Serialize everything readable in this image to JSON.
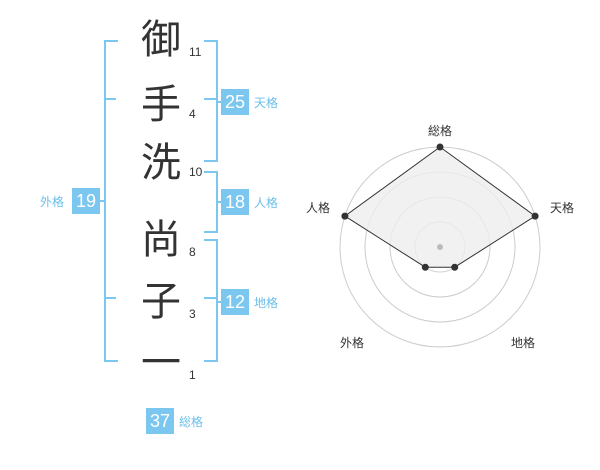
{
  "name_chars": [
    {
      "char": "御",
      "strokes": "11"
    },
    {
      "char": "手",
      "strokes": "4"
    },
    {
      "char": "洗",
      "strokes": "10"
    },
    {
      "char": "尚",
      "strokes": "8"
    },
    {
      "char": "子",
      "strokes": "3"
    },
    {
      "char": "一",
      "strokes": "1"
    }
  ],
  "kaku": {
    "ten": {
      "value": "25",
      "label": "天格"
    },
    "jin": {
      "value": "18",
      "label": "人格"
    },
    "chi": {
      "value": "12",
      "label": "地格"
    },
    "gai": {
      "value": "19",
      "label": "外格"
    },
    "sou": {
      "value": "37",
      "label": "総格"
    }
  },
  "radar": {
    "axes": [
      "総格",
      "天格",
      "地格",
      "外格",
      "人格"
    ],
    "levels": 4,
    "values": [
      4,
      4,
      1,
      1,
      4
    ],
    "colors": {
      "grid": "#cccccc",
      "fill": "#eeeeee",
      "line": "#333333",
      "center": "#bbbbbb"
    }
  },
  "colors": {
    "accent": "#7cc7f0",
    "text": "#333333"
  }
}
